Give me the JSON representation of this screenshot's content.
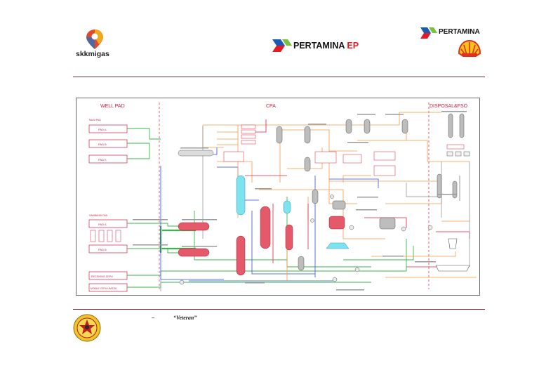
{
  "header": {
    "logo_left": {
      "text": "skkmigas",
      "pin_colors": [
        "#e04a2a",
        "#f2a81d",
        "#2e8b3c",
        "#3b6bb6"
      ]
    },
    "logo_center": {
      "brand": "PERTAMINA",
      "suffix": "EP"
    },
    "logo_right": {
      "brand": "PERTAMINA"
    }
  },
  "diagram": {
    "sections": [
      "WELL PAD",
      "CPA",
      "DISPOSAL&FSO"
    ],
    "groups": [
      "MUDI PAD",
      "SAMBANDI PAD"
    ],
    "pads": [
      "PAD A",
      "PAD B",
      "PAD K",
      "PAD A",
      "PAD B"
    ],
    "facilities": [
      "RECEIVING CEPU",
      "MOBILE CEPU LIMITED"
    ]
  },
  "footer": {
    "dash": "–",
    "quote": "“Veteran”"
  },
  "colors": {
    "rule": "#7a2b37",
    "orange": "#f39a4a",
    "green": "#3ab54a",
    "blue": "#2f4fd6",
    "red": "#e0203a",
    "cyan": "#5fd8e8",
    "gray": "#8a8a8a"
  }
}
